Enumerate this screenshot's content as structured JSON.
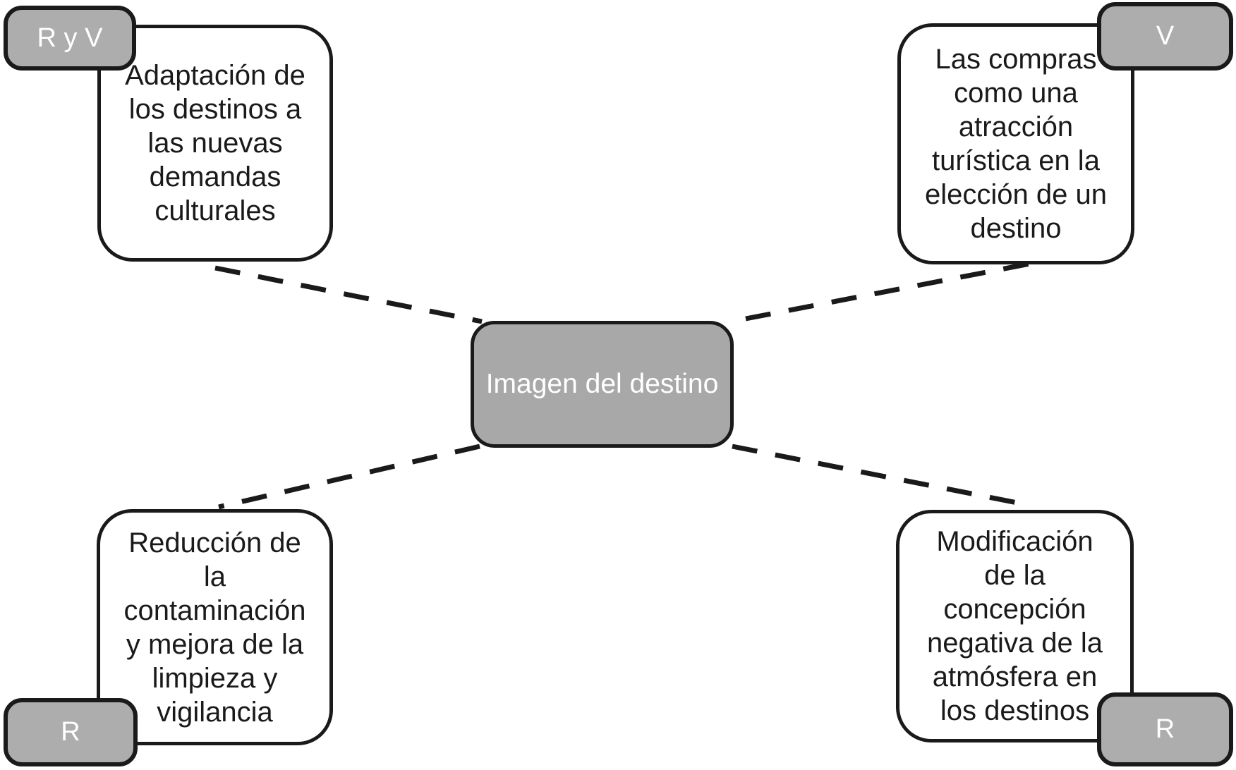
{
  "diagram": {
    "center": {
      "label": "Imagen del destino"
    },
    "nodes": [
      {
        "position": "top-left",
        "tag": "R y V",
        "lines": [
          "Adaptación de",
          "los destinos a",
          "las nuevas",
          "demandas",
          "culturales"
        ]
      },
      {
        "position": "top-right",
        "tag": "V",
        "lines": [
          "Las compras",
          "como una",
          "atracción",
          "turística en la",
          "elección de un",
          "destino"
        ]
      },
      {
        "position": "bottom-left",
        "tag": "R",
        "lines": [
          "Reducción de",
          "la",
          "contaminación",
          "y mejora de la",
          "limpieza y",
          "vigilancia"
        ]
      },
      {
        "position": "bottom-right",
        "tag": "R",
        "lines": [
          "Modificación",
          "de la",
          "concepción",
          "negativa de la",
          "atmósfera en",
          "los destinos"
        ]
      }
    ],
    "colors": {
      "node_fill": "#ffffff",
      "center_fill": "#a8a8a8",
      "tag_fill": "#adadad",
      "line_color": "#1a1a1a",
      "text_color": "#1a1a1a",
      "tag_text_color": "#ffffff"
    }
  }
}
